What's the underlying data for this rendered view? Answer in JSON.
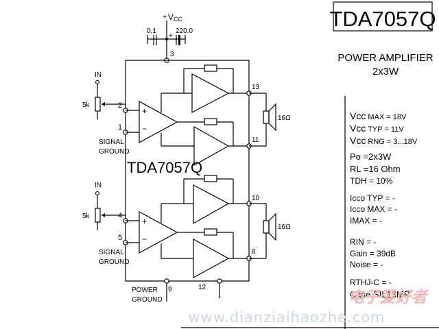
{
  "title_box": "TDA7057Q",
  "subtitle_line1": "POWER AMPLIFIER",
  "subtitle_line2": "2x3W",
  "chip_label": "TDA7057Q",
  "vcc_plus": "+",
  "vcc_label": "V",
  "vcc_sub": "CC",
  "cap_small": "0,1",
  "cap_large": "220.0",
  "cap_plus": "+",
  "pins": {
    "p1": "1",
    "p2": "2",
    "p3": "3",
    "p4": "4",
    "p5": "5",
    "p8": "8",
    "p9": "9",
    "p10": "10",
    "p11": "11",
    "p12": "12",
    "p13": "13"
  },
  "in_top": "IN",
  "in_bottom": "IN",
  "pot_top": "5k",
  "pot_bottom": "5k",
  "signal_top": "SIGNAL",
  "ground_top": "GROUND",
  "signal_bottom": "SIGNAL",
  "ground_bottom": "GROUND",
  "power_label": "POWER",
  "power_ground": "GROUND",
  "speaker_top": "16Ω",
  "speaker_bottom": "16Ω",
  "opamp_plus": "+",
  "opamp_minus": "−",
  "specs": {
    "vcc_max_pre": "Vcc",
    "vcc_max": " MAX = 18V",
    "vcc_typ_pre": "Vcc",
    "vcc_typ": " TYP = 11V",
    "vcc_rng_pre": "Vcc",
    "vcc_rng": " RNG = 3...18V",
    "po": "Po  =2x3W",
    "rl": "RL  =16 Ohm",
    "tdh": "TDH = 10%",
    "icco_typ": "Icco TYP = -",
    "icco_max": "Icco MAX = -",
    "imax": "IMAX  =    -",
    "rin": "RIN  = -",
    "gain": "Gain  = 39dB",
    "noise": "Noise = -",
    "rthj": "RTHJ-C = -",
    "case": "Case  SIL13MP"
  },
  "watermark_cn": "电子爱好者",
  "watermark_url": "www.dianziaihaozhe.com"
}
